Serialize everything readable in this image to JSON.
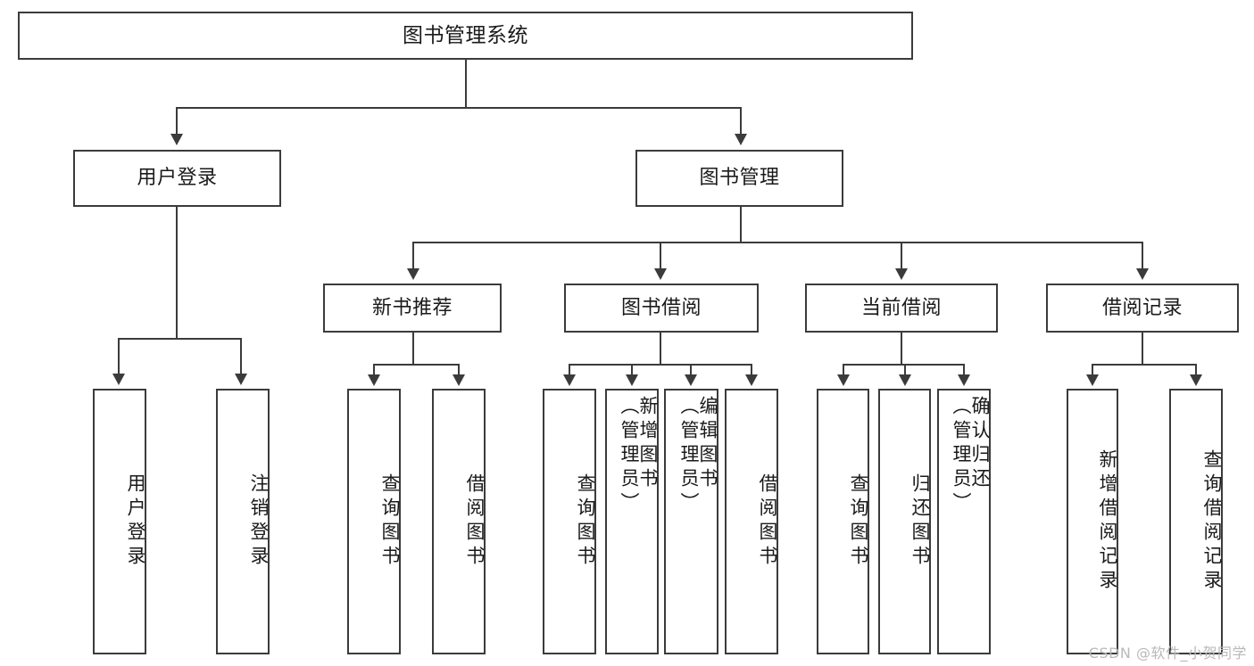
{
  "diagram": {
    "title": "图书管理系统",
    "watermark": "CSDN @软件_小贺同学",
    "colors": {
      "stroke": "#3b3b3b",
      "fill": "#ffffff",
      "text": "#1a1a1a",
      "watermark": "#b9b9b9"
    },
    "levels": {
      "root": {
        "label": "图书管理系统"
      },
      "level2": [
        {
          "id": "user-login",
          "label": "用户登录"
        },
        {
          "id": "book-management",
          "label": "图书管理"
        }
      ],
      "level3": [
        {
          "id": "new-book-recommend",
          "label": "新书推荐"
        },
        {
          "id": "book-borrow",
          "label": "图书借阅"
        },
        {
          "id": "current-borrow",
          "label": "当前借阅"
        },
        {
          "id": "borrow-record",
          "label": "借阅记录"
        }
      ],
      "leaves": {
        "user-login": [
          {
            "id": "leaf-user-login",
            "label": "用户登录"
          },
          {
            "id": "leaf-user-logout",
            "label": "注销登录"
          }
        ],
        "new-book-recommend": [
          {
            "id": "leaf-query-book-1",
            "label": "查询图书"
          },
          {
            "id": "leaf-borrow-book-1",
            "label": "借阅图书"
          }
        ],
        "book-borrow": [
          {
            "id": "leaf-query-book-2",
            "label": "查询图书"
          },
          {
            "id": "leaf-add-book",
            "label": "新增图书\n（管理员）"
          },
          {
            "id": "leaf-edit-book",
            "label": "编辑图书\n（管理员）"
          },
          {
            "id": "leaf-borrow-book-2",
            "label": "借阅图书"
          }
        ],
        "current-borrow": [
          {
            "id": "leaf-query-book-3",
            "label": "查询图书"
          },
          {
            "id": "leaf-return-book",
            "label": "归还图书"
          },
          {
            "id": "leaf-confirm-return",
            "label": "确认归还\n（管理员）"
          }
        ],
        "borrow-record": [
          {
            "id": "leaf-add-borrow-record",
            "label": "新增借阅记录"
          },
          {
            "id": "leaf-query-borrow-record",
            "label": "查询借阅记录"
          }
        ]
      }
    }
  }
}
